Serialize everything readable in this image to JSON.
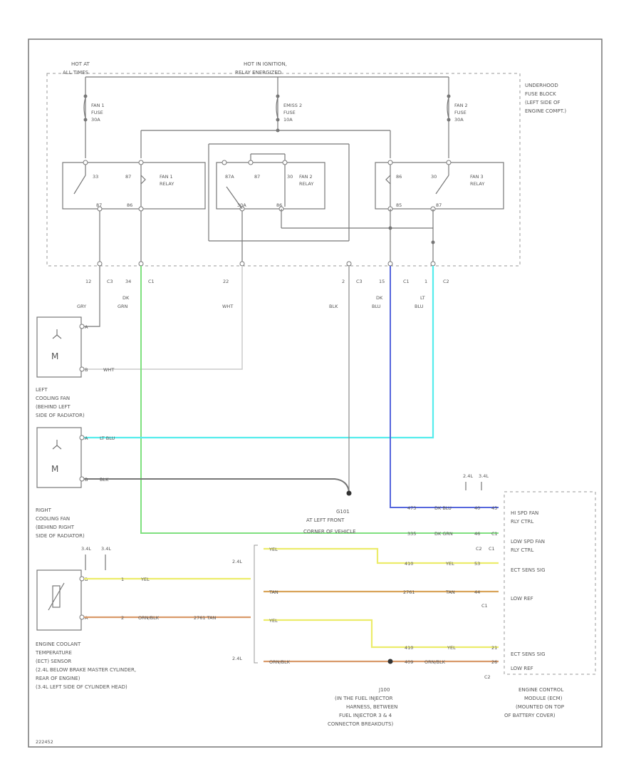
{
  "diagram_id": "222452",
  "top": {
    "hot_at_all_times": [
      "HOT AT",
      "ALL TIMES"
    ],
    "hot_in_ignition": [
      "HOT IN IGNITION,",
      "RELAY ENERGIZED"
    ]
  },
  "underhood": [
    "UNDERHOOD",
    "FUSE BLOCK",
    "(LEFT SIDE OF",
    "ENGINE COMPT.)"
  ],
  "fuses": {
    "fan1": [
      "FAN 1",
      "FUSE",
      "30A"
    ],
    "emiss2": [
      "EMISS 2",
      "FUSE",
      "10A"
    ],
    "fan2": [
      "FAN 2",
      "FUSE",
      "30A"
    ]
  },
  "relays": {
    "fan1": [
      "FAN 1",
      "RELAY"
    ],
    "fan2": [
      "FAN 2",
      "RELAY"
    ],
    "fan3": [
      "FAN 3",
      "RELAY"
    ]
  },
  "relay_pins": {
    "r1a": "33",
    "r1b": "87",
    "r1c": "87",
    "r1d": "86",
    "r2a": "87A",
    "r2b": "87",
    "r2c": "30",
    "r2d": "30A",
    "r2e": "86",
    "r3a": "86",
    "r3b": "30",
    "r3c": "85",
    "r3d": "87"
  },
  "connector_pins": {
    "p12": "12",
    "c3": "C3",
    "p34": "34",
    "c1a": "C1",
    "p22": "22",
    "p2": "2",
    "c3b": "C3",
    "p15": "15",
    "c1b": "C1",
    "p1": "1",
    "c2": "C2"
  },
  "wires": {
    "w1": "GRY",
    "w2a": "DK",
    "w2b": "GRN",
    "w3": "WHT",
    "w4": "BLK",
    "w5a": "DK",
    "w5b": "BLU",
    "w6a": "LT",
    "w6b": "BLU"
  },
  "left_fan": {
    "pins": [
      "A",
      "B"
    ],
    "wire_b": "WHT",
    "label": [
      "LEFT",
      "COOLING FAN",
      "(BEHIND LEFT",
      "SIDE OF RADIATOR)"
    ]
  },
  "right_fan": {
    "pins": [
      "A",
      "B"
    ],
    "wire_a": "LT BLU",
    "wire_b": "BLK",
    "label": [
      "RIGHT",
      "COOLING FAN",
      "(BEHIND RIGHT",
      "SIDE OF RADIATOR)"
    ]
  },
  "ground": {
    "id": "G101",
    "label": [
      "AT LEFT FRONT",
      "CORNER OF VEHICLE"
    ]
  },
  "ecm": {
    "hi_spd": [
      "HI SPD FAN",
      "RLY CTRL"
    ],
    "low_spd": [
      "LOW SPD FAN",
      "RLY CTRL"
    ],
    "ect1": "ECT SENS SIG",
    "lowref1": "LOW REF",
    "ect2": "ECT SENS SIG",
    "lowref2": "LOW REF",
    "label": [
      "ENGINE CONTROL",
      "MODULE (ECM)",
      "(MOUNTED ON TOP",
      "OF BATTERY COVER)"
    ],
    "engine_tags": [
      "2.4L",
      "3.4L"
    ],
    "row_hi": [
      "473",
      "DK BLU",
      "40",
      "43"
    ],
    "row_low": [
      "335",
      "DK GRN",
      "46",
      "C1"
    ],
    "row_ect1": [
      "410",
      "YEL",
      "53"
    ],
    "row_low1": [
      "2761",
      "TAN",
      "44"
    ],
    "row_ect2": [
      "410",
      "YEL",
      "21"
    ],
    "row_low2": [
      "409",
      "ORN/BLK",
      "26"
    ],
    "c_tags": [
      "C2",
      "C1",
      "C1",
      "C2"
    ]
  },
  "ect_sensor": {
    "pins": [
      "B",
      "A"
    ],
    "engine_tags": [
      "3.4L",
      "3.4L"
    ],
    "wire_b": [
      "1",
      "YEL"
    ],
    "wire_a": [
      "2",
      "ORN/BLK",
      "2761 TAN"
    ],
    "label": [
      "ENGINE COOLANT",
      "TEMPERATURE",
      "(ECT) SENSOR",
      "(2.4L BELOW BRAKE MASTER CYLINDER,",
      "REAR OF ENGINE)",
      "(3.4L LEFT SIDE OF CYLINDER HEAD)"
    ]
  },
  "junction": {
    "tag": "2.4L",
    "tag2": "2.4L",
    "w_yel1": "YEL",
    "w_tan": "TAN",
    "w_yel2": "YEL",
    "w_orn": "ORN/BLK",
    "id": "J100",
    "label": [
      "(IN THE FUEL INJECTOR",
      "HARNESS, BETWEEN",
      "FUEL INJECTOR 3 & 4",
      "CONNECTOR BREAKOUTS)"
    ]
  },
  "colors": {
    "dk_grn": "#7fe07f",
    "lt_blu": "#55ecec",
    "dk_blu": "#5566dd",
    "yel": "#ecec6a",
    "tan": "#d9a45a",
    "orn_blk": "#d99a6a",
    "blk": "#777777",
    "wht": "#cccccc"
  }
}
